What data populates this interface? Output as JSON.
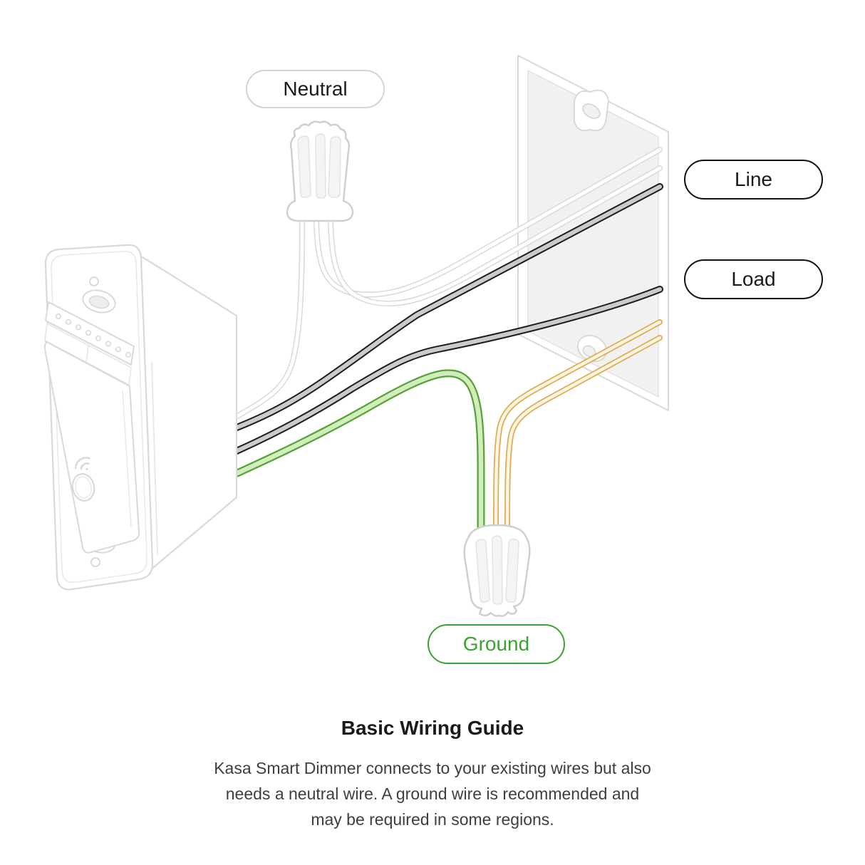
{
  "pills": {
    "neutral": "Neutral",
    "line": "Line",
    "load": "Load",
    "ground": "Ground"
  },
  "caption": {
    "title": "Basic Wiring Guide",
    "line1": "Kasa Smart Dimmer connects to your existing wires but also",
    "line2": "needs a neutral wire. A ground wire is recommended and",
    "line3": "may be required in some regions."
  },
  "colors": {
    "sketch_gray": "#d9d9d9",
    "sketch_light": "#e7e7e7",
    "box_fill": "#f1f1f1",
    "box_edge": "#e2e2e2",
    "wire_white_fill": "#ffffff",
    "wire_dark_edge": "#1c1c1c",
    "wire_gray_fill": "#cbcbcb",
    "green_edge": "#55a334",
    "green_fill": "#d2ecbe",
    "orange_edge": "#dfab51",
    "orange_fill": "#fdf6e2",
    "ground_green": "#3ba32f",
    "label_border_dark": "#111111",
    "label_border_light": "#d4d4d4",
    "text_dark": "#1a1a1a",
    "text_body": "#3e3e3e"
  }
}
